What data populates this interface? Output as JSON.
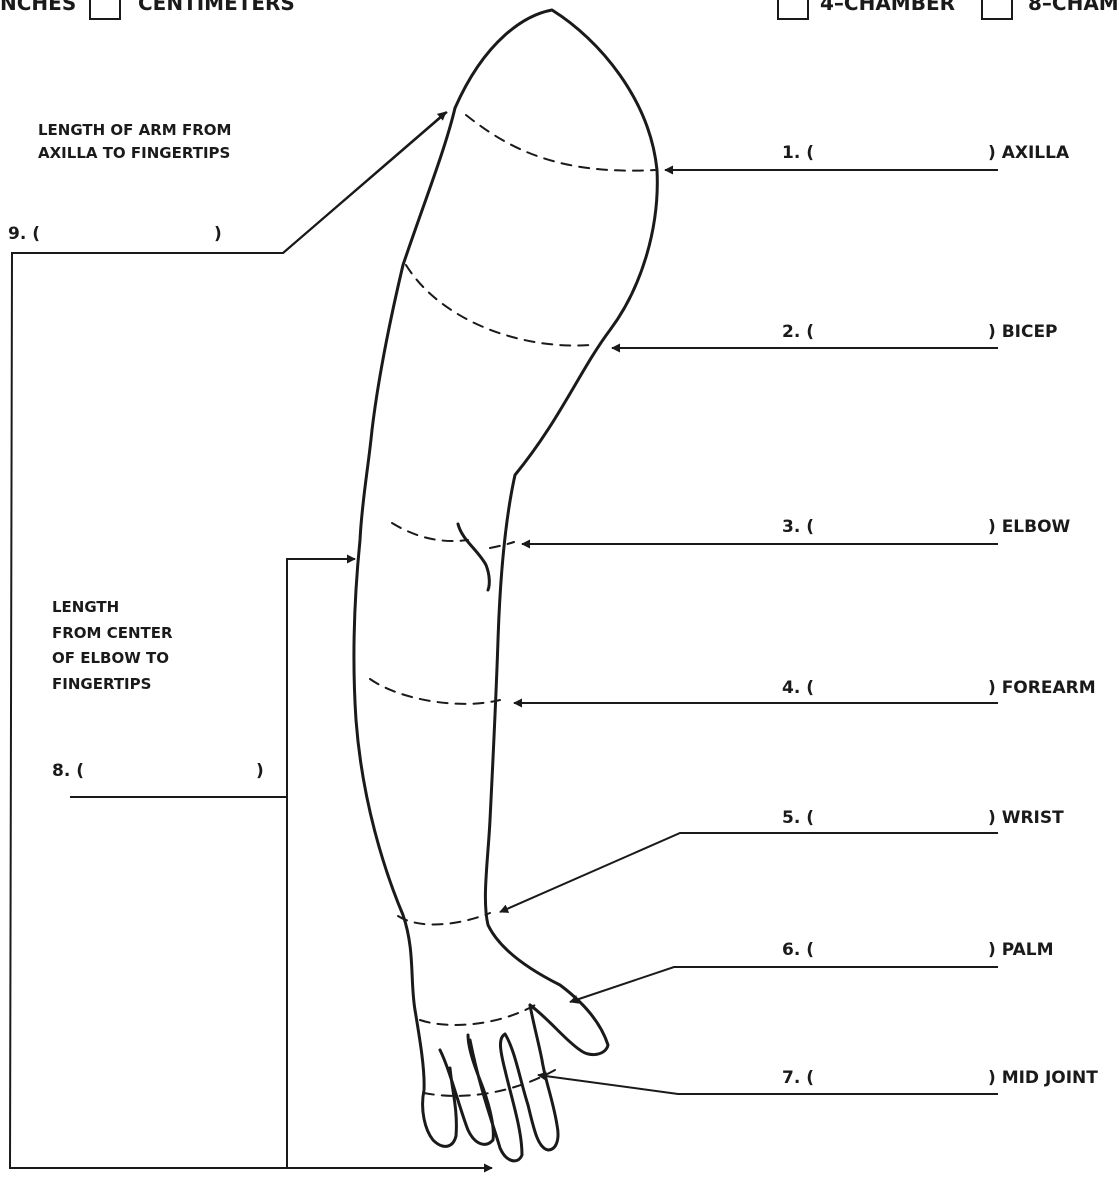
{
  "header": {
    "units_left": "NCHES",
    "units_right": "CENTIMETERS",
    "chamber_4": "4–CHAMBER",
    "chamber_8": "8–CHAM"
  },
  "notes": {
    "arm_length_line1": "LENGTH OF ARM FROM",
    "arm_length_line2": "AXILLA TO FINGERTIPS",
    "elbow_length_line1": "LENGTH",
    "elbow_length_line2": "FROM CENTER",
    "elbow_length_line3": "OF ELBOW TO",
    "elbow_length_line4": "FINGERTIPS"
  },
  "measurements": [
    {
      "number": "1. (",
      "close": ") AXILLA"
    },
    {
      "number": "2. (",
      "close": ") BICEP"
    },
    {
      "number": "3. (",
      "close": ") ELBOW"
    },
    {
      "number": "4. (",
      "close": ") FOREARM"
    },
    {
      "number": "5. (",
      "close": ") WRIST"
    },
    {
      "number": "6. (",
      "close": ") PALM"
    },
    {
      "number": "7. (",
      "close": ") MID JOINT"
    },
    {
      "number": "8. (",
      "close": ")"
    },
    {
      "number": "9. (",
      "close": ")"
    }
  ]
}
